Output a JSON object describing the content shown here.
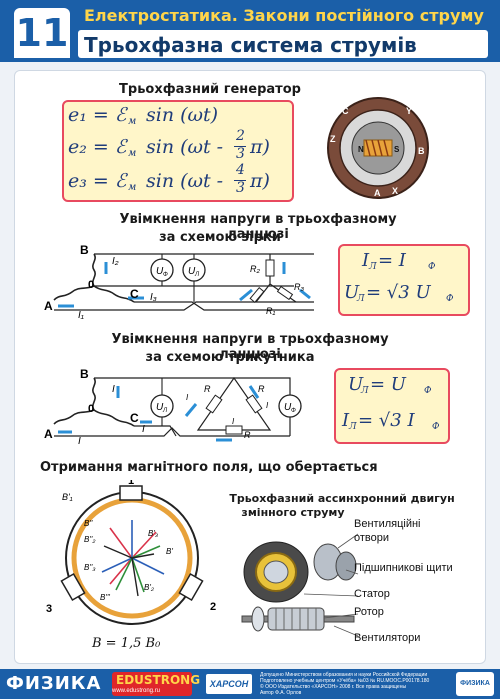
{
  "header": {
    "number": "11",
    "topic": "Електростатика. Закони постійного струму",
    "title": "Трьохфазна система струмів"
  },
  "generator": {
    "heading": "Трьохфазний генератор",
    "eq1": "e₁ = ℰ",
    "eq1b": "м",
    "eq1c": "sin (ωt)",
    "eq2": "e₂ = ℰ",
    "eq2b": "м",
    "eq2c": "sin (ωt -",
    "eq2frac_num": "2",
    "eq2frac_den": "3",
    "eq2tail": "π)",
    "eq3": "e₃ = ℰ",
    "eq3b": "м",
    "eq3c": "sin (ωt -",
    "eq3frac_num": "4",
    "eq3frac_den": "3",
    "eq3tail": "π)",
    "poles": [
      "C",
      "Y",
      "Z",
      "A",
      "X",
      "B",
      "N",
      "S"
    ]
  },
  "star": {
    "heading1": "Увімкнення напруги в трьохфазному ланцюзі",
    "heading2": "за схемою зірки",
    "labels": [
      "B",
      "I₂",
      "0",
      "C",
      "I₃",
      "A",
      "I₁",
      "R₂",
      "R₃",
      "R₁"
    ],
    "meter1": "U",
    "meter1sub": "Ф",
    "meter2": "U",
    "meter2sub": "Л",
    "formula1": "I",
    "formula1sub": "Л",
    "formula1eq": " = I",
    "formula1sub2": "Ф",
    "formula2": "U",
    "formula2sub": "Л",
    "formula2eq": " = √3 U",
    "formula2sub2": "Ф"
  },
  "delta": {
    "heading1": "Увімкнення напруги в трьохфазному ланцюзі",
    "heading2": "за схемою трикутника",
    "labels": [
      "B",
      "I",
      "0",
      "C",
      "I",
      "A",
      "I",
      "R",
      "R",
      "R",
      "I",
      "I",
      "I"
    ],
    "meter1": "U",
    "meter1sub": "Л",
    "meter2": "U",
    "meter2sub": "Ф",
    "formula1": "U",
    "formula1sub": "Л",
    "formula1eq": " = U",
    "formula1sub2": "Ф",
    "formula2": "I",
    "formula2sub": "Л",
    "formula2eq": " = √3 I",
    "formula2sub2": "Ф"
  },
  "field": {
    "heading": "Отримання магнітного поля, що обертається",
    "coil_labels": [
      "1",
      "2",
      "3"
    ],
    "vector_labels": [
      "B'₁",
      "B''",
      "B''₂",
      "B''₃",
      "B'₃",
      "B'",
      "B'₂",
      "B'''"
    ],
    "result": "B = 1,5 B₀"
  },
  "motor": {
    "heading1": "Трьохфазний ассинхронний двигун",
    "heading2": "змінного струму",
    "parts": [
      "Вентиляційні",
      "отвори",
      "Підшипникові щити",
      "Статор",
      "Ротор",
      "Вентилятори"
    ]
  },
  "footer": {
    "subject": "ФИЗИКА",
    "brand": "EDUSTRONG",
    "url": "www.edustrong.ru",
    "publisher": "ХАРСОН",
    "small1": "Допущено Министерством образования и науки Российской Федерации",
    "small2": "Подготовлено учебным центром «Учёба» №03 № RU.MOOC.P00178.180",
    "small3": "© ООО Издательство «ХАРСОН» 2008 г. Все права защищены",
    "small4": "Автор Ф.А. Орлов",
    "logo": "ФИЗИКА"
  },
  "colors": {
    "accent": "#1b5fa8",
    "formula_bg": "#fff6c9",
    "formula_border": "#e84a5f",
    "arrow": "#2b8fd6",
    "coil": "#e8a23a"
  }
}
